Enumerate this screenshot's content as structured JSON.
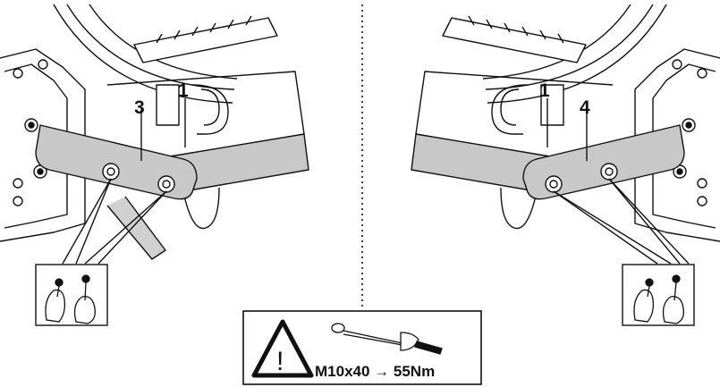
{
  "diagram": {
    "left_panel": {
      "callouts": [
        "3",
        "1"
      ]
    },
    "right_panel": {
      "callouts": [
        "1",
        "4"
      ]
    },
    "warning_box": {
      "symbol": "!",
      "spec_text": "M10x40 → 55Nm",
      "icons": [
        "warning-triangle-icon",
        "torque-wrench-icon"
      ]
    },
    "hand_tool_icons": [
      "hand-with-bolt-icon",
      "hand-with-wrench-icon"
    ]
  }
}
